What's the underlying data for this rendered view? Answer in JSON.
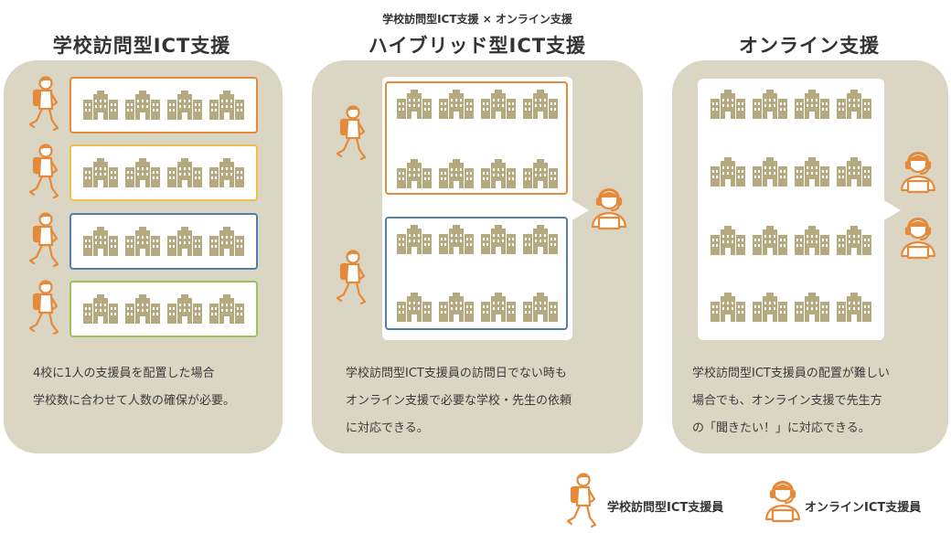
{
  "colors": {
    "panel": "#dbd6c3",
    "building": "#b5a980",
    "orange": "#e58a3b",
    "yellow": "#f0c048",
    "blue": "#4f7fab",
    "green": "#9ac45a",
    "person": "#e58a3b"
  },
  "columns": {
    "visit": {
      "title": "学校訪問型ICT支援",
      "desc": "4校に1人の支援員を配置した場合\n学校数に合わせて人数の確保が必要。"
    },
    "hybrid": {
      "subtitle": "学校訪問型ICT支援 × オンライン支援",
      "title": "ハイブリッド型ICT支援",
      "desc": "学校訪問型ICT支援員の訪問日でない時も\nオンライン支援で必要な学校・先生の依頼\nに対応できる。"
    },
    "online": {
      "title": "オンライン支援",
      "desc": "学校訪問型ICT支援員の配置が難しい\n場合でも、オンライン支援で先生方\nの「聞きたい！」に対応できる。"
    }
  },
  "legend": {
    "visit_staff": "学校訪問型ICT支援員",
    "online_staff": "オンラインICT支援員"
  }
}
